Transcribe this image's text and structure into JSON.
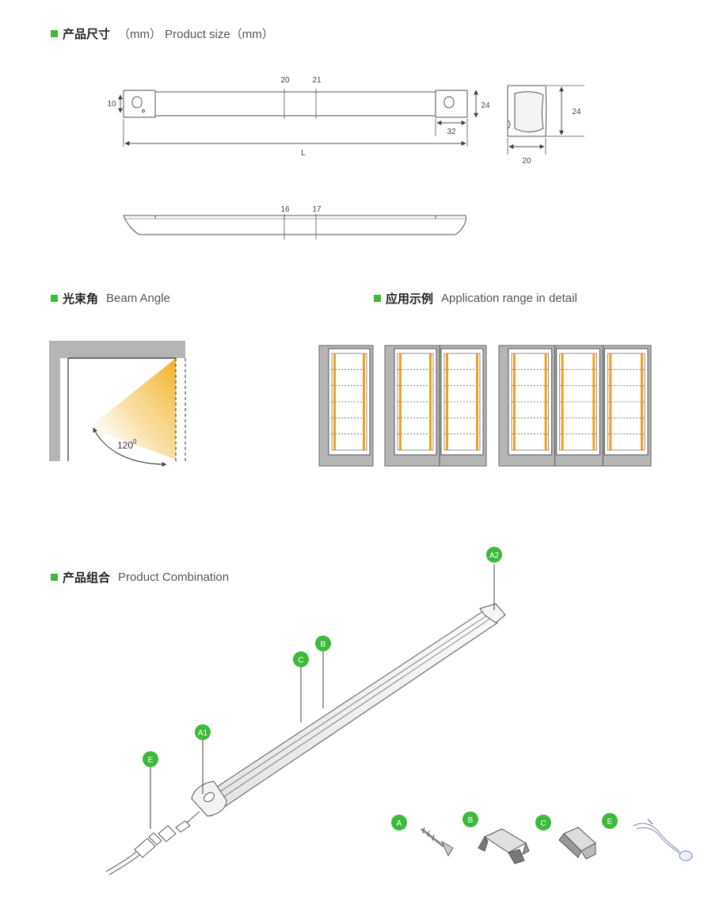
{
  "sections": {
    "size": {
      "cn": "产品尺寸",
      "en": "（mm）   Product size（mm）"
    },
    "beam": {
      "cn": "光束角",
      "en": "Beam Angle"
    },
    "application": {
      "cn": "应用示例",
      "en": "Application range in detail"
    },
    "combination": {
      "cn": "产品组合",
      "en": "Product Combination"
    }
  },
  "dimensions": {
    "top_a": "20",
    "top_b": "21",
    "end_height": "10",
    "end_height_right": "24",
    "end_length": "32",
    "total_length": "L",
    "side_height": "24",
    "side_width": "20",
    "bottom_a": "16",
    "bottom_b": "17"
  },
  "beam": {
    "angle": "120",
    "unit_sup": "0"
  },
  "labels": {
    "a2": "A2",
    "b": "B",
    "c": "C",
    "a1": "A1",
    "e": "E",
    "part_a": "A",
    "part_b": "B",
    "part_c": "C",
    "part_e": "E"
  },
  "colors": {
    "accent_green": "#3dba3a",
    "led_orange": "#f0a020",
    "cabinet_gray": "#b5b5b5"
  }
}
